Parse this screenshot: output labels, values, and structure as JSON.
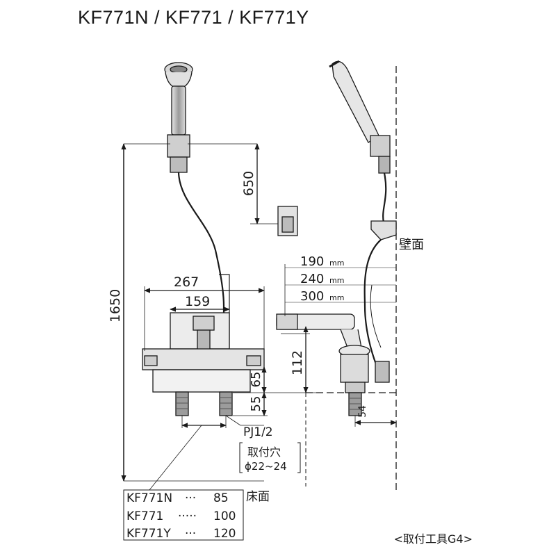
{
  "title": "KF771N / KF771 / KF771Y",
  "dimensions": {
    "total_height": "1650",
    "holder_drop": "650",
    "width_outer": "267",
    "width_inner": "159",
    "spout_1": "190",
    "spout_2": "240",
    "spout_3": "300",
    "unit_mm": "mm",
    "spout_height": "112",
    "body_height": "65",
    "base_height": "55",
    "back_offset": "54"
  },
  "labels": {
    "wall": "壁面",
    "floor": "床面",
    "pipe_thread": "PJ1/2",
    "hole_title": "取付穴",
    "hole_size": "ϕ22~24",
    "tool": "<取付工具G4>"
  },
  "spacing_table": [
    {
      "model": "KF771N",
      "dots": "···",
      "value": "85"
    },
    {
      "model": "KF771",
      "dots": "·····",
      "value": "100"
    },
    {
      "model": "KF771Y",
      "dots": "···",
      "value": "120"
    }
  ]
}
